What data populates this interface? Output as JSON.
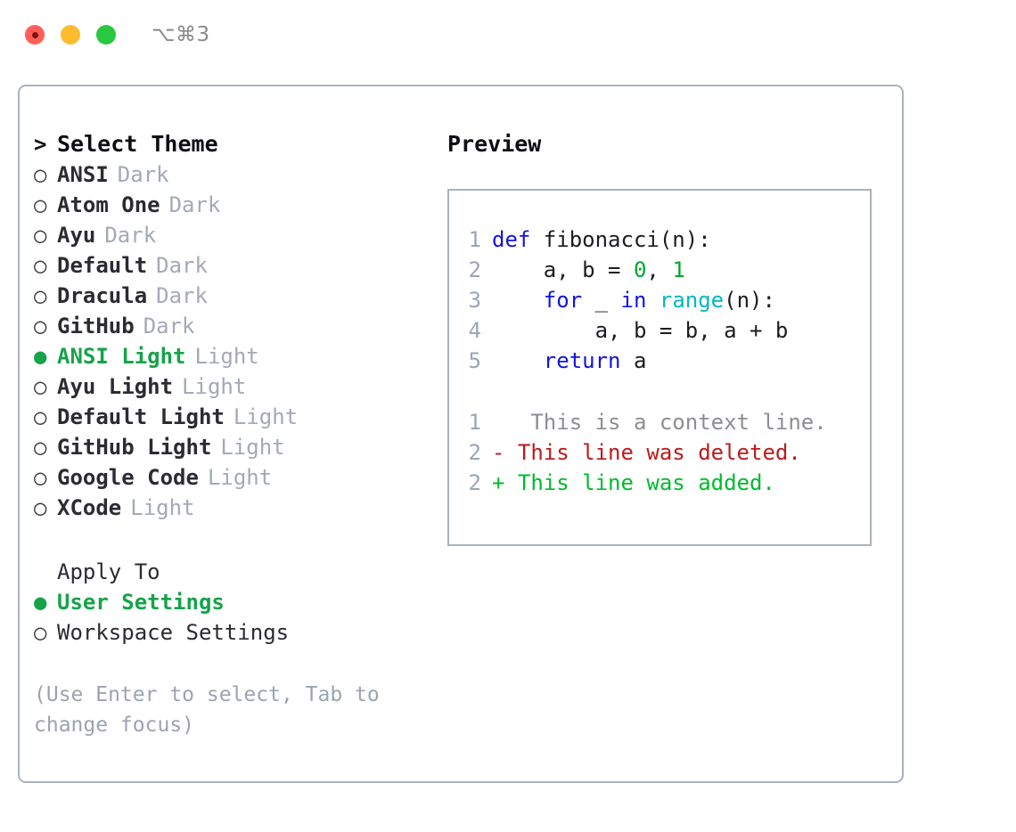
{
  "window": {
    "shortcut": "⌥⌘3",
    "traffic_lights": [
      {
        "name": "close-button",
        "color": "#ff5f57"
      },
      {
        "name": "minimize-button",
        "color": "#febc2e"
      },
      {
        "name": "maximize-button",
        "color": "#28c840"
      }
    ]
  },
  "theme_list": {
    "caret": ">",
    "header": "Select Theme",
    "marker_selected": "●",
    "marker_unselected": "○",
    "items": [
      {
        "name": "ANSI",
        "variant": "Dark",
        "selected": false
      },
      {
        "name": "Atom One",
        "variant": "Dark",
        "selected": false
      },
      {
        "name": "Ayu",
        "variant": "Dark",
        "selected": false
      },
      {
        "name": "Default",
        "variant": "Dark",
        "selected": false
      },
      {
        "name": "Dracula",
        "variant": "Dark",
        "selected": false
      },
      {
        "name": "GitHub",
        "variant": "Dark",
        "selected": false
      },
      {
        "name": "ANSI Light",
        "variant": "Light",
        "selected": true
      },
      {
        "name": "Ayu Light",
        "variant": "Light",
        "selected": false
      },
      {
        "name": "Default Light",
        "variant": "Light",
        "selected": false
      },
      {
        "name": "GitHub Light",
        "variant": "Light",
        "selected": false
      },
      {
        "name": "Google Code",
        "variant": "Light",
        "selected": false
      },
      {
        "name": "XCode",
        "variant": "Light",
        "selected": false
      }
    ]
  },
  "apply_to": {
    "label": "Apply To",
    "options": [
      {
        "label": "User Settings",
        "selected": true
      },
      {
        "label": "Workspace Settings",
        "selected": false
      }
    ]
  },
  "hint": "(Use Enter to select, Tab to change focus)",
  "preview": {
    "title": "Preview",
    "code_lines": [
      {
        "num": "1",
        "tokens": [
          {
            "t": "def ",
            "c": "kw"
          },
          {
            "t": "fibonacci(n):",
            "c": "txt"
          }
        ]
      },
      {
        "num": "2",
        "tokens": [
          {
            "t": "    a, b = ",
            "c": "txt"
          },
          {
            "t": "0",
            "c": "num"
          },
          {
            "t": ", ",
            "c": "txt"
          },
          {
            "t": "1",
            "c": "num"
          }
        ]
      },
      {
        "num": "3",
        "tokens": [
          {
            "t": "    ",
            "c": "txt"
          },
          {
            "t": "for",
            "c": "kw"
          },
          {
            "t": " _ ",
            "c": "txt"
          },
          {
            "t": "in",
            "c": "kw"
          },
          {
            "t": " ",
            "c": "txt"
          },
          {
            "t": "range",
            "c": "fn"
          },
          {
            "t": "(n):",
            "c": "txt"
          }
        ]
      },
      {
        "num": "4",
        "tokens": [
          {
            "t": "        a, b = b, a + b",
            "c": "txt"
          }
        ]
      },
      {
        "num": "5",
        "tokens": [
          {
            "t": "    ",
            "c": "txt"
          },
          {
            "t": "return",
            "c": "kw"
          },
          {
            "t": " a",
            "c": "txt"
          }
        ]
      }
    ],
    "diff_lines": [
      {
        "num": "1",
        "sign": " ",
        "text": "  This is a context line.",
        "kind": "ctx"
      },
      {
        "num": "2",
        "sign": "-",
        "text": " This line was deleted.",
        "kind": "del"
      },
      {
        "num": "2",
        "sign": "+",
        "text": " This line was added.",
        "kind": "add"
      }
    ]
  },
  "colors": {
    "accent_green": "#16a34a",
    "border": "#aab2c0",
    "muted": "#a3a9b6",
    "hint": "#9ba3b2",
    "keyword": "#1414e0",
    "function": "#00b8c4",
    "number": "#00a62e",
    "diff_deleted": "#bb1b1b",
    "diff_added": "#00bb2d"
  }
}
